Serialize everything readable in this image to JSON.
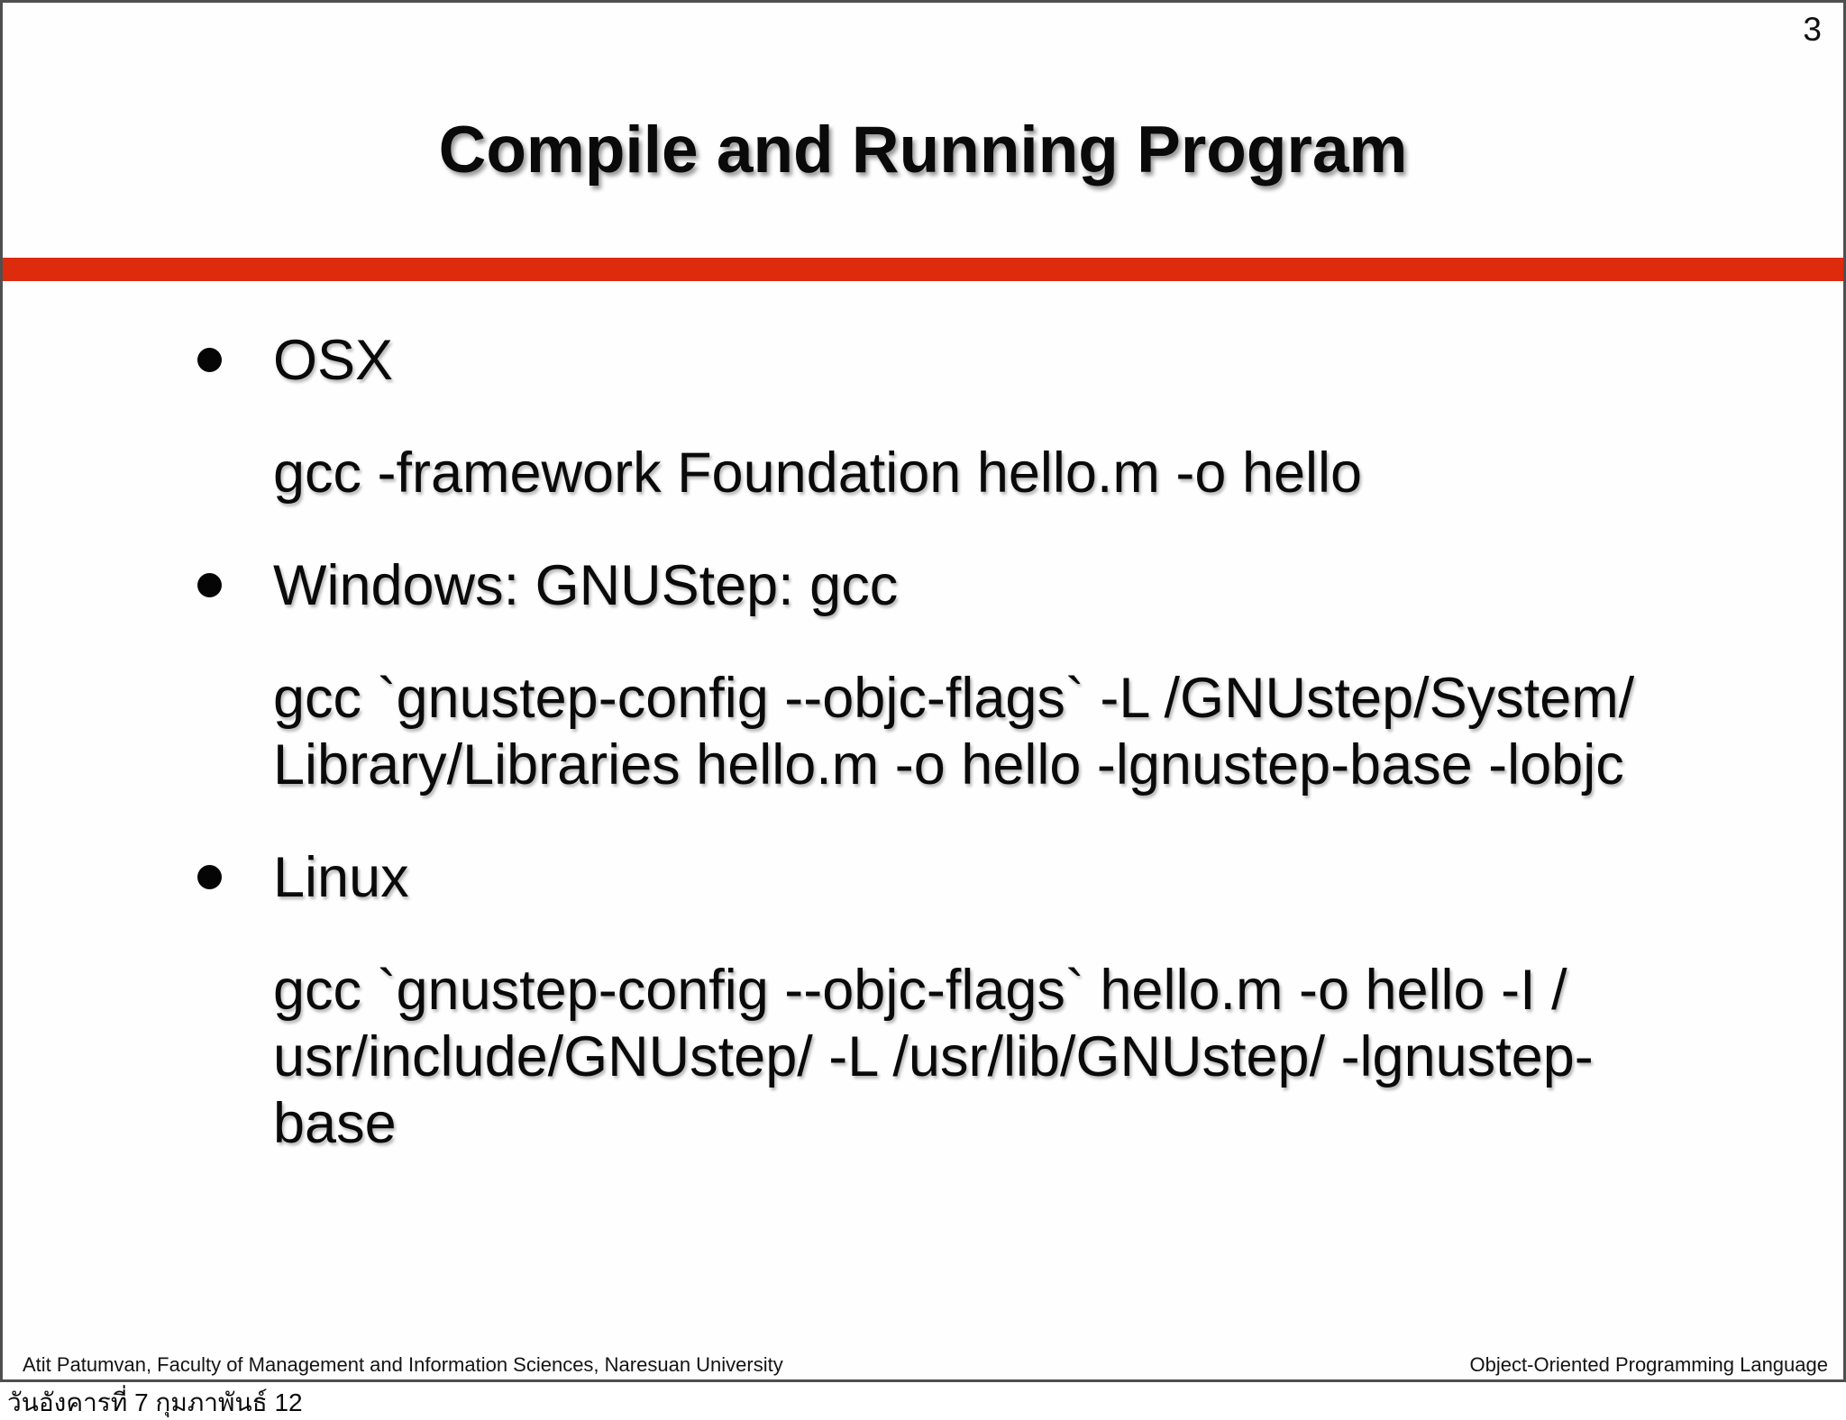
{
  "page_number": "3",
  "title": "Compile and Running Program",
  "accent_color": "#DD2B0E",
  "content": {
    "items": [
      {
        "type": "bullet",
        "text": "OSX"
      },
      {
        "type": "code",
        "lines": [
          "gcc -framework Foundation hello.m -o hello"
        ]
      },
      {
        "type": "bullet",
        "text": "Windows: GNUStep: gcc"
      },
      {
        "type": "code",
        "lines": [
          "gcc `gnustep-config --objc-flags` -L /GNUstep/System/",
          "Library/Libraries hello.m -o hello -lgnustep-base -lobjc"
        ]
      },
      {
        "type": "bullet",
        "text": "Linux"
      },
      {
        "type": "code",
        "lines": [
          "gcc `gnustep-config --objc-flags` hello.m -o hello -I /",
          "usr/include/GNUstep/ -L /usr/lib/GNUstep/ -lgnustep-",
          "base"
        ]
      }
    ]
  },
  "footer": {
    "left": "Atit Patumvan, Faculty of Management and Information Sciences, Naresuan University",
    "right": "Object-Oriented Programming Language"
  },
  "date_line": "วันอังคารที่ 7 กุมภาพันธ์  12"
}
